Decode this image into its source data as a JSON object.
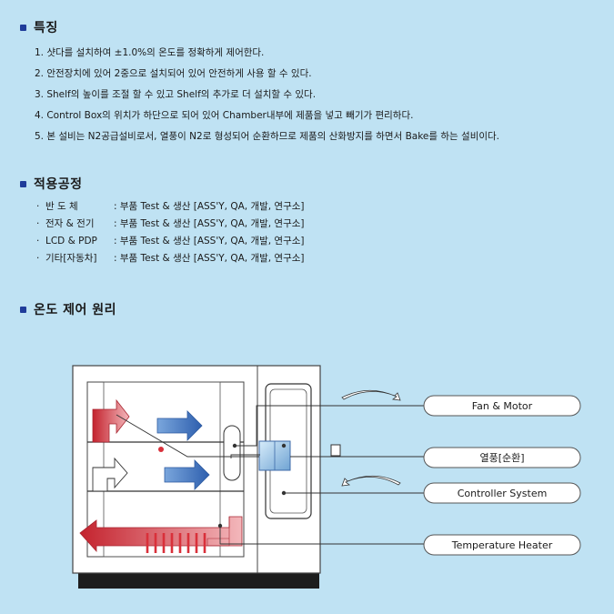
{
  "features": {
    "title": "특징",
    "items": [
      "1. 샷다를 설치하여 ±1.0%의 온도를 정확하게 제어한다.",
      "2. 안전장치에 있어 2중으로 설치되어 있어 안전하게 사용 할 수 있다.",
      "3. Shelf의 높이를 조절 할 수 있고 Shelf의 추가로 더 설치할 수 있다.",
      "4. Control Box의 위치가 하단으로 되어 있어 Chamber내부에 제품을 넣고 빼기가 편리하다.",
      "5. 본 설비는 N2공급설비로서, 열풍이 N2로 형성되어 순환하므로 제품의 산화방지를 하면서 Bake를 하는 설비이다."
    ]
  },
  "applications": {
    "title": "적용공정",
    "items": [
      {
        "key": "반   도   체",
        "value": ": 부품 Test & 생산 [ASS'Y, QA, 개발, 연구소]"
      },
      {
        "key": "전자 & 전기",
        "value": ": 부품 Test & 생산 [ASS'Y, QA, 개발, 연구소]"
      },
      {
        "key": "LCD & PDP",
        "value": ": 부품 Test & 생산 [ASS'Y, QA, 개발, 연구소]"
      },
      {
        "key": "기타[자동차]",
        "value": ": 부품 Test & 생산 [ASS'Y, QA, 개발, 연구소]"
      }
    ]
  },
  "principle": {
    "title": "온도 제어 원리",
    "labels": {
      "fan": "Fan & Motor",
      "circulation": "열풍[순환]",
      "controller": "Controller System",
      "heater": "Temperature Heater"
    }
  },
  "colors": {
    "accent": "#1f3c9a",
    "background": "#bfe2f3",
    "hot_air": "#d9303a",
    "cool_air": "#4a7ec4"
  }
}
